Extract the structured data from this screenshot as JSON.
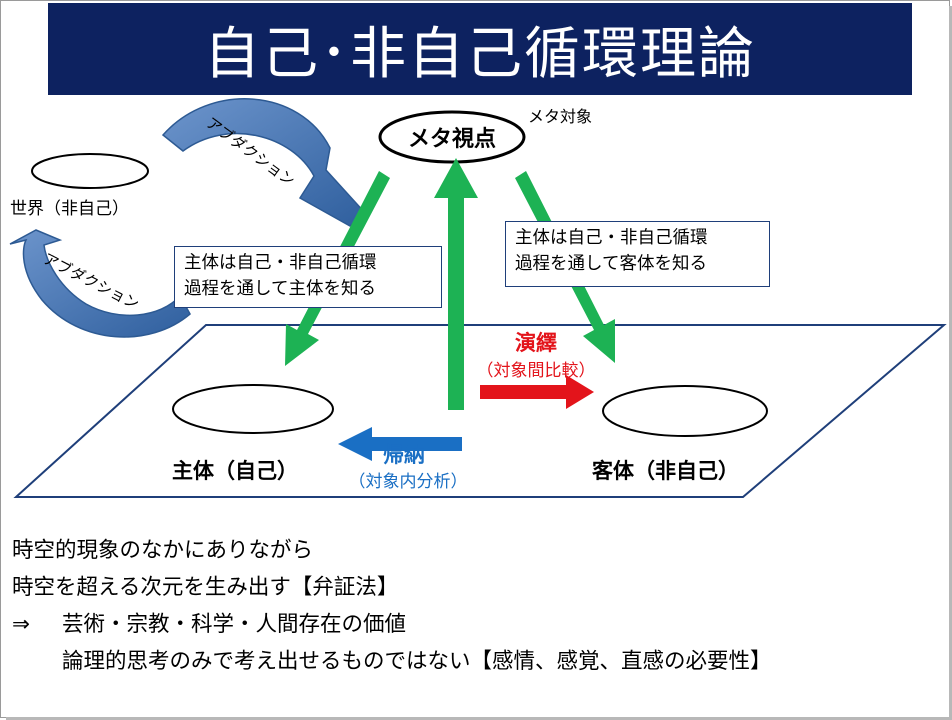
{
  "title": "自己･非自己循環理論",
  "diagram": {
    "meta_viewpoint": "メタ視点",
    "meta_object": "メタ対象",
    "world": "世界（非自己）",
    "subject": "主体（自己）",
    "object": "客体（非自己）",
    "abduction_upper": "アブダクション",
    "abduction_lower": "アブダクション",
    "deduction": {
      "label": "演繹",
      "sub": "（対象間比較）"
    },
    "induction": {
      "label": "帰納",
      "sub": "（対象内分析）"
    },
    "note_left": {
      "line1": "主体は自己・非自己循環",
      "line2": "過程を通して主体を知る"
    },
    "note_right": {
      "line1": "主体は自己・非自己循環",
      "line2": "過程を通して客体を知る"
    }
  },
  "body": [
    {
      "mark": "",
      "text": "時空的現象のなかにありながら"
    },
    {
      "mark": "",
      "text": "時空を超える次元を生み出す【弁証法】"
    },
    {
      "mark": "⇒",
      "text": "芸術・宗教・科学・人間存在の価値"
    },
    {
      "mark": "",
      "text": "論理的思考のみで考え出せるものではない【感情、感覚、直感の必要性】"
    }
  ],
  "colors": {
    "title_bg": "#0d2260",
    "green": "#1db254",
    "red": "#e3141b",
    "blue": "#1a6fc4",
    "curved_arrow": "#4a78b5"
  }
}
